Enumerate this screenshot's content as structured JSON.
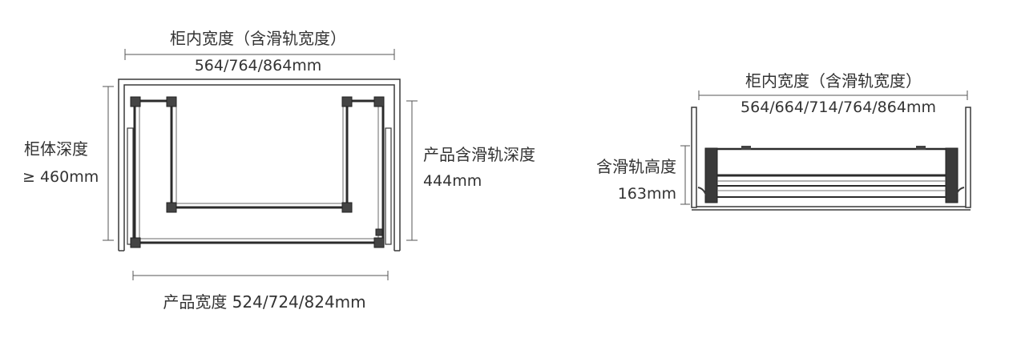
{
  "top_view": {
    "cabinet_width_label": "柜内宽度（含滑轨宽度）",
    "cabinet_width_values": "564/764/864mm",
    "cabinet_depth_label": "柜体深度",
    "cabinet_depth_value": "≥ 460mm",
    "product_depth_label": "产品含滑轨深度",
    "product_depth_value": "444mm",
    "product_width_text": "产品宽度 524/724/824mm"
  },
  "front_view": {
    "cabinet_width_label": "柜内宽度（含滑轨宽度）",
    "cabinet_width_values": "564/664/714/764/864mm",
    "height_label": "含滑轨高度",
    "height_value": "163mm"
  }
}
